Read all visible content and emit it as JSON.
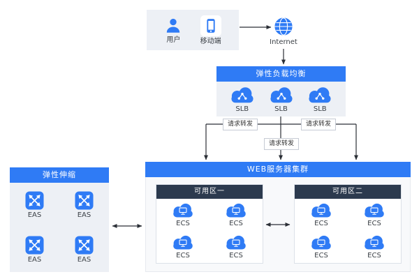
{
  "colors": {
    "accent": "#2f7bf5",
    "zone_header": "#2c3a4e",
    "panel_body": "#edf0f5",
    "connector": "#2b2f36"
  },
  "clients": {
    "user_label": "用户",
    "mobile_label": "移动端"
  },
  "internet": {
    "label": "Internet"
  },
  "load_balancer": {
    "title": "弹性负载均衡",
    "nodes": [
      {
        "label": "SLB"
      },
      {
        "label": "SLB"
      },
      {
        "label": "SLB"
      }
    ]
  },
  "forwarding": {
    "labels": [
      "请求转发",
      "请求转发",
      "请求转发"
    ]
  },
  "web_cluster": {
    "title": "WEB服务器集群",
    "zones": [
      {
        "title": "可用区一",
        "nodes": [
          {
            "label": "ECS"
          },
          {
            "label": "ECS"
          },
          {
            "label": "ECS"
          },
          {
            "label": "ECS"
          }
        ]
      },
      {
        "title": "可用区二",
        "nodes": [
          {
            "label": "ECS"
          },
          {
            "label": "ECS"
          },
          {
            "label": "ECS"
          },
          {
            "label": "ECS"
          }
        ]
      }
    ]
  },
  "auto_scaling": {
    "title": "弹性伸缩",
    "nodes": [
      {
        "label": "EAS"
      },
      {
        "label": "EAS"
      },
      {
        "label": "EAS"
      },
      {
        "label": "EAS"
      }
    ]
  }
}
